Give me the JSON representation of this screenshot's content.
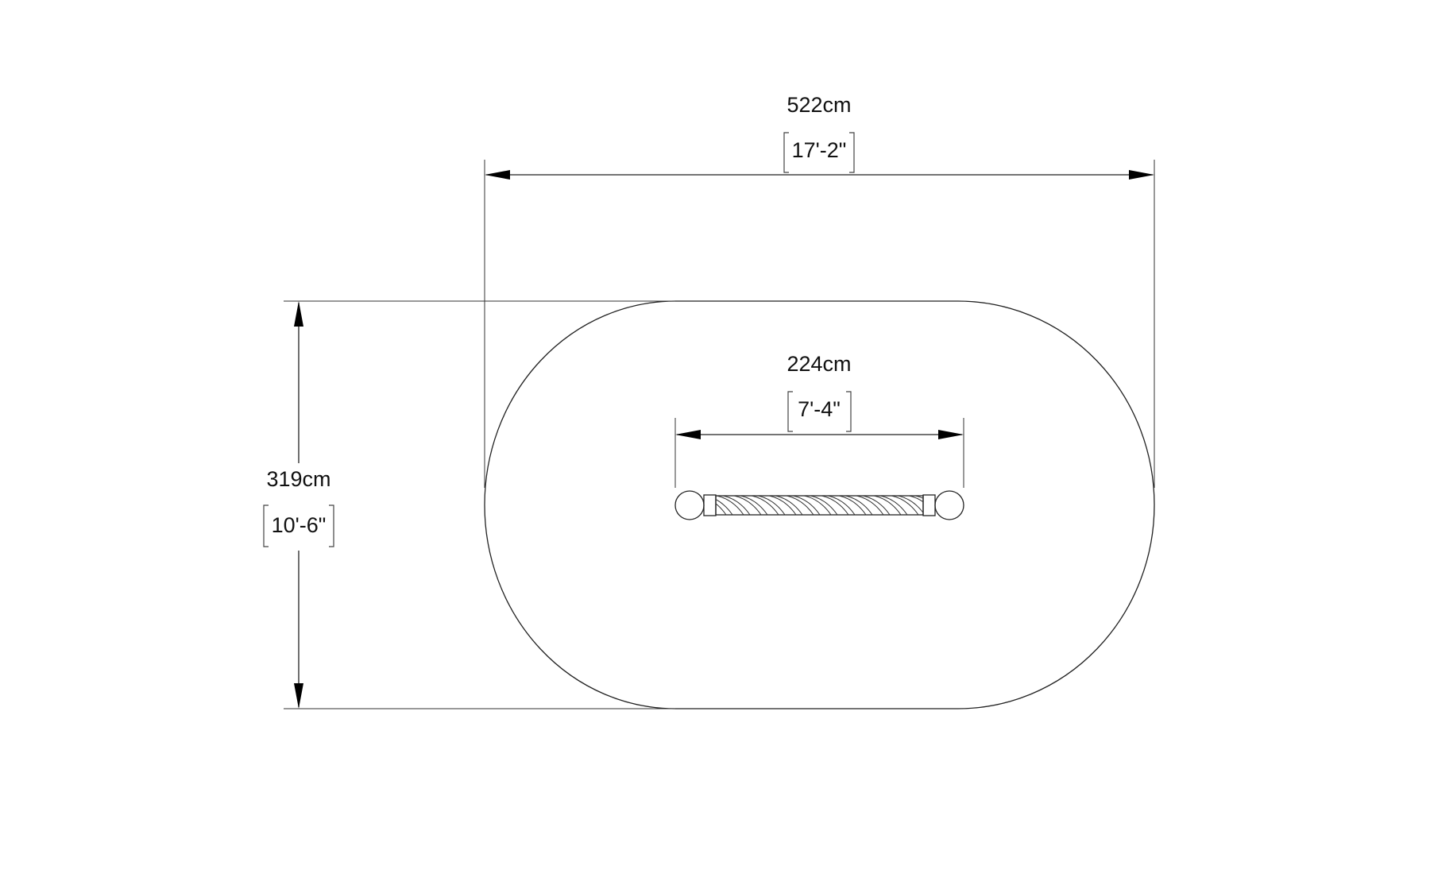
{
  "dimensions": {
    "overall_length": {
      "metric": "522cm",
      "imperial": "17'-2\""
    },
    "overall_width": {
      "metric": "319cm",
      "imperial": "10'-6\""
    },
    "equipment_length": {
      "metric": "224cm",
      "imperial": "7'-4\""
    }
  },
  "colors": {
    "line": "#222222",
    "background": "#ffffff"
  }
}
